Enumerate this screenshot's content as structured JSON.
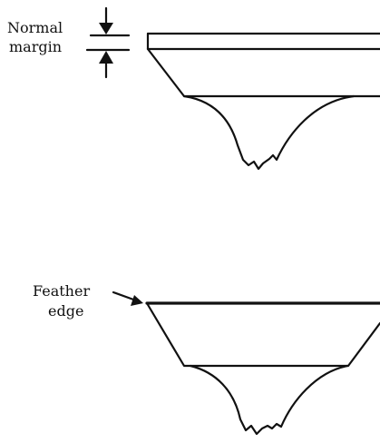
{
  "labels": {
    "normal_margin_line1": "Normal",
    "normal_margin_line2": "margin",
    "feather_edge_line1": "Feather",
    "feather_edge_line2": "edge"
  }
}
